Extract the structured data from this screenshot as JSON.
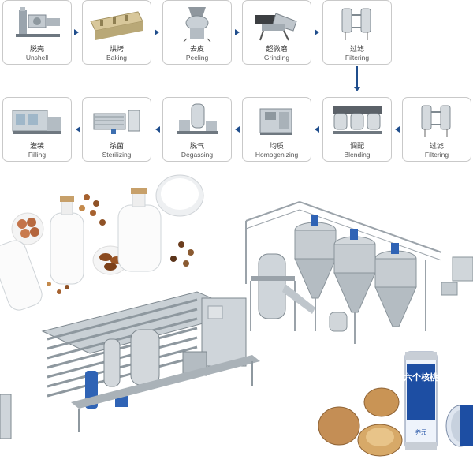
{
  "steps_row1": [
    {
      "cn": "脱壳",
      "en": "Unshell"
    },
    {
      "cn": "烘烤",
      "en": "Baking"
    },
    {
      "cn": "去皮",
      "en": "Peeling"
    },
    {
      "cn": "超微磨",
      "en": "Grinding"
    },
    {
      "cn": "过滤",
      "en": "Filtering"
    }
  ],
  "steps_row2": [
    {
      "cn": "灌装",
      "en": "Filling"
    },
    {
      "cn": "杀菌",
      "en": "Sterilizing"
    },
    {
      "cn": "脱气",
      "en": "Degassing"
    },
    {
      "cn": "均质",
      "en": "Homogenizing"
    },
    {
      "cn": "调配",
      "en": "Blending"
    },
    {
      "cn": "过滤",
      "en": "Filtering"
    }
  ],
  "product": {
    "can_brand": "六个核桃",
    "can_small_text": "养元"
  }
}
